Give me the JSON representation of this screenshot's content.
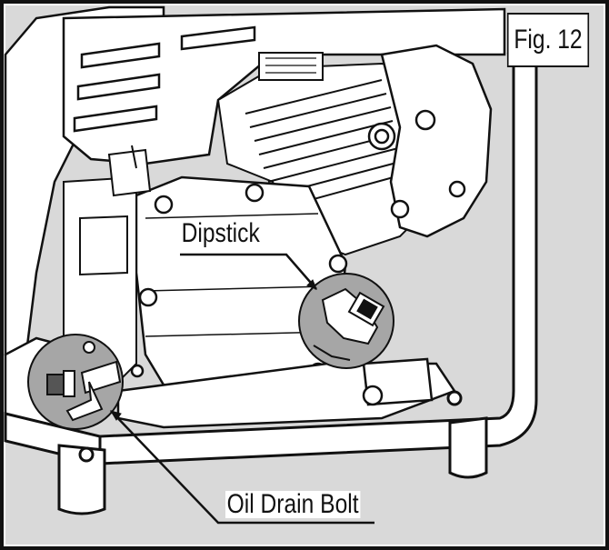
{
  "figure": {
    "label": "Fig. 12"
  },
  "callouts": {
    "dipstick": "Dipstick",
    "oil_drain_bolt": "Oil Drain Bolt"
  },
  "colors": {
    "background": "#d9d9d9",
    "outline": "#111111",
    "fill": "#ffffff",
    "highlight": "#a6a6a6"
  }
}
